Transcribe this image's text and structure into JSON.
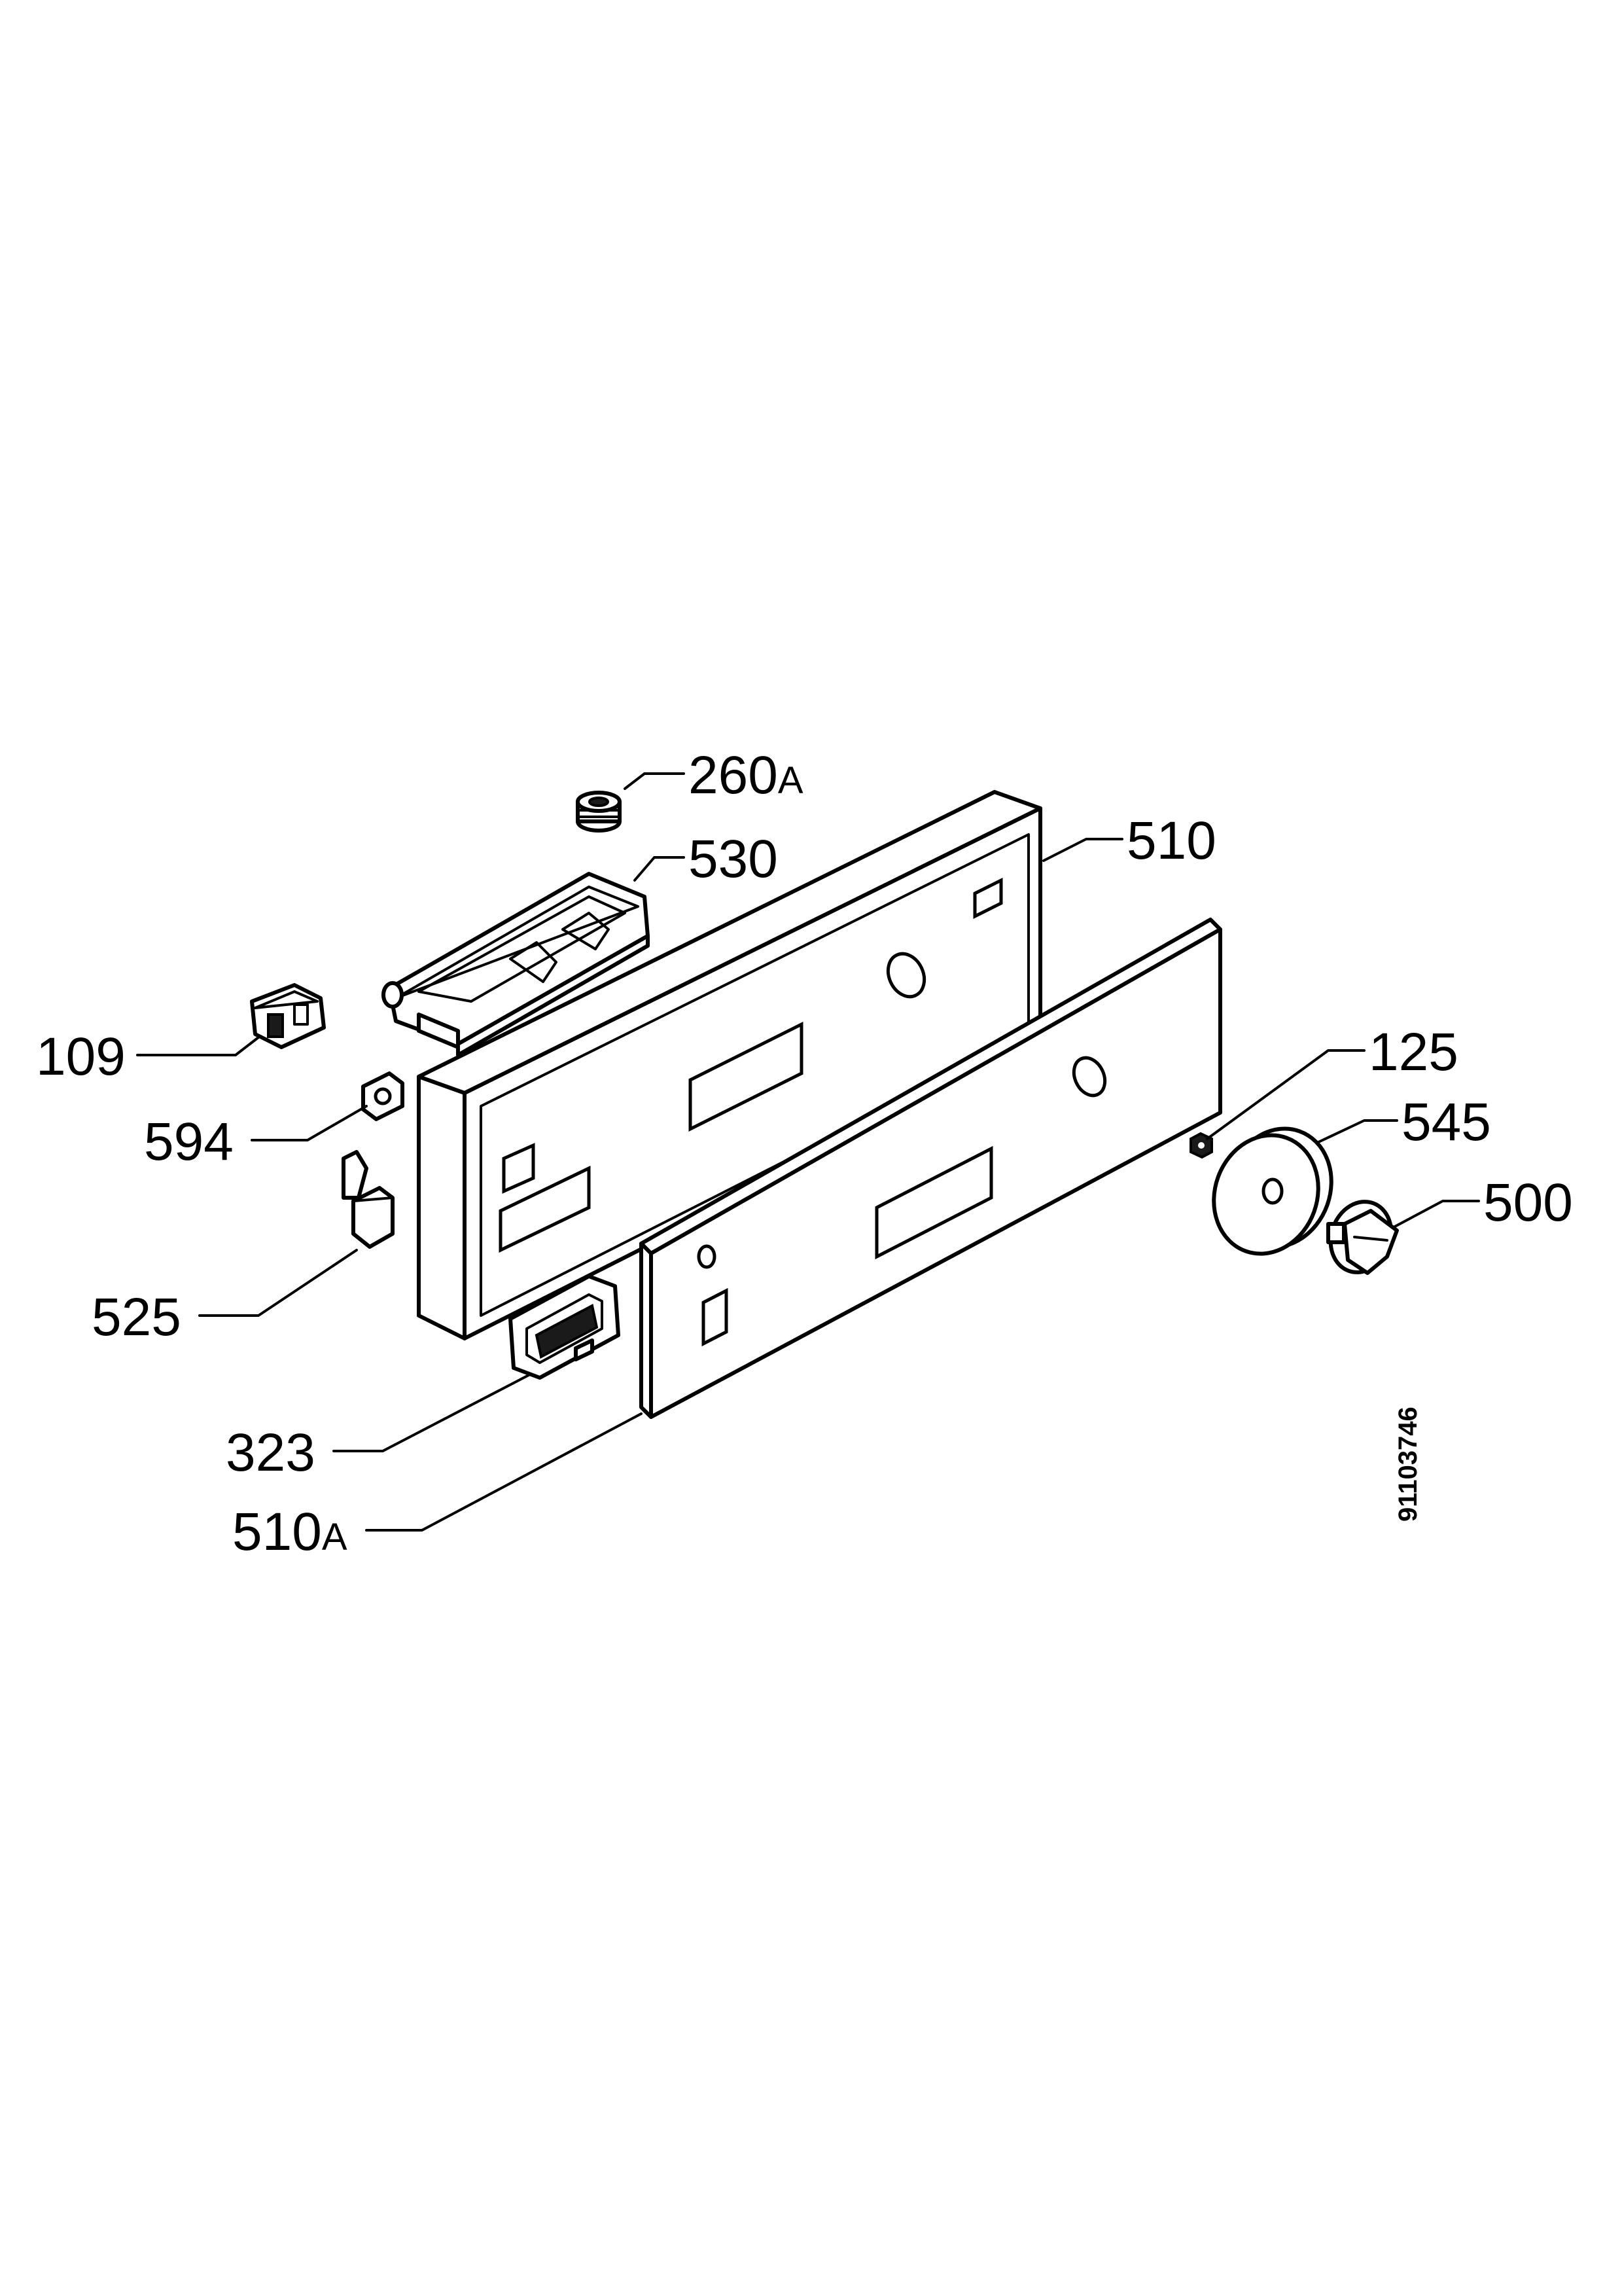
{
  "diagram": {
    "callouts": [
      {
        "id": "260a",
        "number": "260",
        "suffix": "A"
      },
      {
        "id": "530",
        "number": "530",
        "suffix": ""
      },
      {
        "id": "510",
        "number": "510",
        "suffix": ""
      },
      {
        "id": "109",
        "number": "109",
        "suffix": ""
      },
      {
        "id": "125",
        "number": "125",
        "suffix": ""
      },
      {
        "id": "545",
        "number": "545",
        "suffix": ""
      },
      {
        "id": "594",
        "number": "594",
        "suffix": ""
      },
      {
        "id": "500",
        "number": "500",
        "suffix": ""
      },
      {
        "id": "525",
        "number": "525",
        "suffix": ""
      },
      {
        "id": "323",
        "number": "323",
        "suffix": ""
      },
      {
        "id": "510a",
        "number": "510",
        "suffix": "A"
      }
    ],
    "document_number": "91103746"
  }
}
